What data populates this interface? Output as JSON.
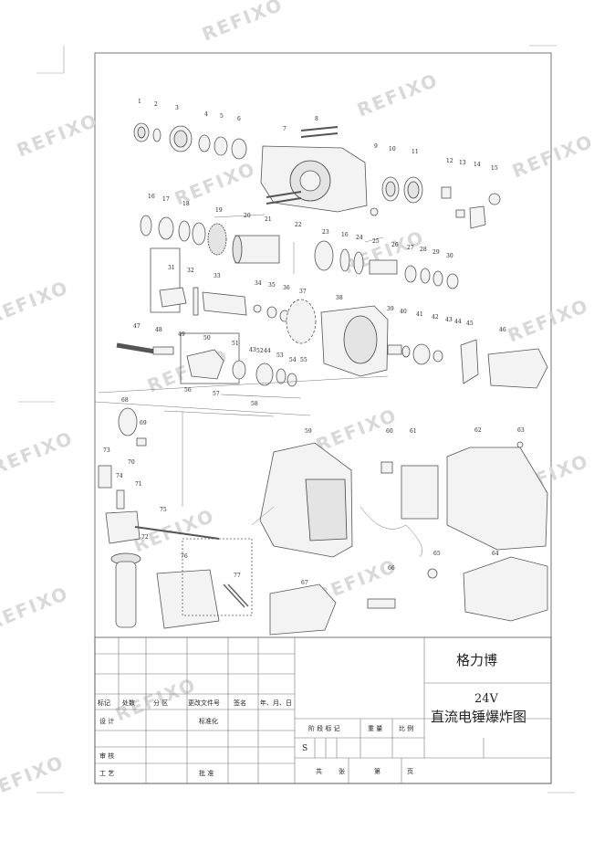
{
  "watermark": "REFIXO",
  "parts": {
    "p1": "1",
    "p2": "2",
    "p3": "3",
    "p4": "4",
    "p5": "5",
    "p6": "6",
    "p7": "7",
    "p8": "8",
    "p9": "9",
    "p10": "10",
    "p11": "11",
    "p12": "12",
    "p13": "13",
    "p14": "14",
    "p15": "15",
    "p16": "16",
    "p17": "17",
    "p18": "18",
    "p19": "19",
    "p20": "20",
    "p21": "21",
    "p22": "22",
    "p23": "23",
    "p16b": "16",
    "p24": "24",
    "p25": "25",
    "p26": "26",
    "p27": "27",
    "p28": "28",
    "p29": "29",
    "p30": "30",
    "p31": "31",
    "p32": "32",
    "p33": "33",
    "p34": "34",
    "p35": "35",
    "p36": "36",
    "p37": "37",
    "p38": "38",
    "p39": "39",
    "p40": "40",
    "p41": "41",
    "p42": "42",
    "p43": "43",
    "p44": "44",
    "p45": "45",
    "p46": "46",
    "p47": "47",
    "p48": "48",
    "p49": "49",
    "p50": "50",
    "p51": "51",
    "p43b": "43",
    "p52": "52",
    "p44b": "44",
    "p53": "53",
    "p54": "54",
    "p55": "55",
    "p56": "56",
    "p57": "57",
    "p58": "58",
    "p59": "59",
    "p60": "60",
    "p61": "61",
    "p62": "62",
    "p63": "63",
    "p64": "64",
    "p65": "65",
    "p66": "66",
    "p67": "67",
    "p68": "68",
    "p69": "69",
    "p70": "70",
    "p71": "71",
    "p72": "72",
    "p73": "73",
    "p74": "74",
    "p75": "75",
    "p76": "76",
    "p77": "77"
  },
  "title_block": {
    "company": "格力博",
    "drawing_voltage": "24V",
    "drawing_title": "直流电锤爆炸图",
    "mark": "标记",
    "count": "处数",
    "zone": "分 区",
    "change_doc": "更改文件号",
    "signature": "签名",
    "date": "年、月、日",
    "design": "设 计",
    "standardize": "标准化",
    "review": "审 核",
    "process": "工 艺",
    "approve": "批 准",
    "stage_mark": "阶 段 标 记",
    "weight": "重 量",
    "scale": "比 例",
    "stage_s": "S",
    "total": "共",
    "sheets": "张",
    "number": "第",
    "page": "页"
  }
}
